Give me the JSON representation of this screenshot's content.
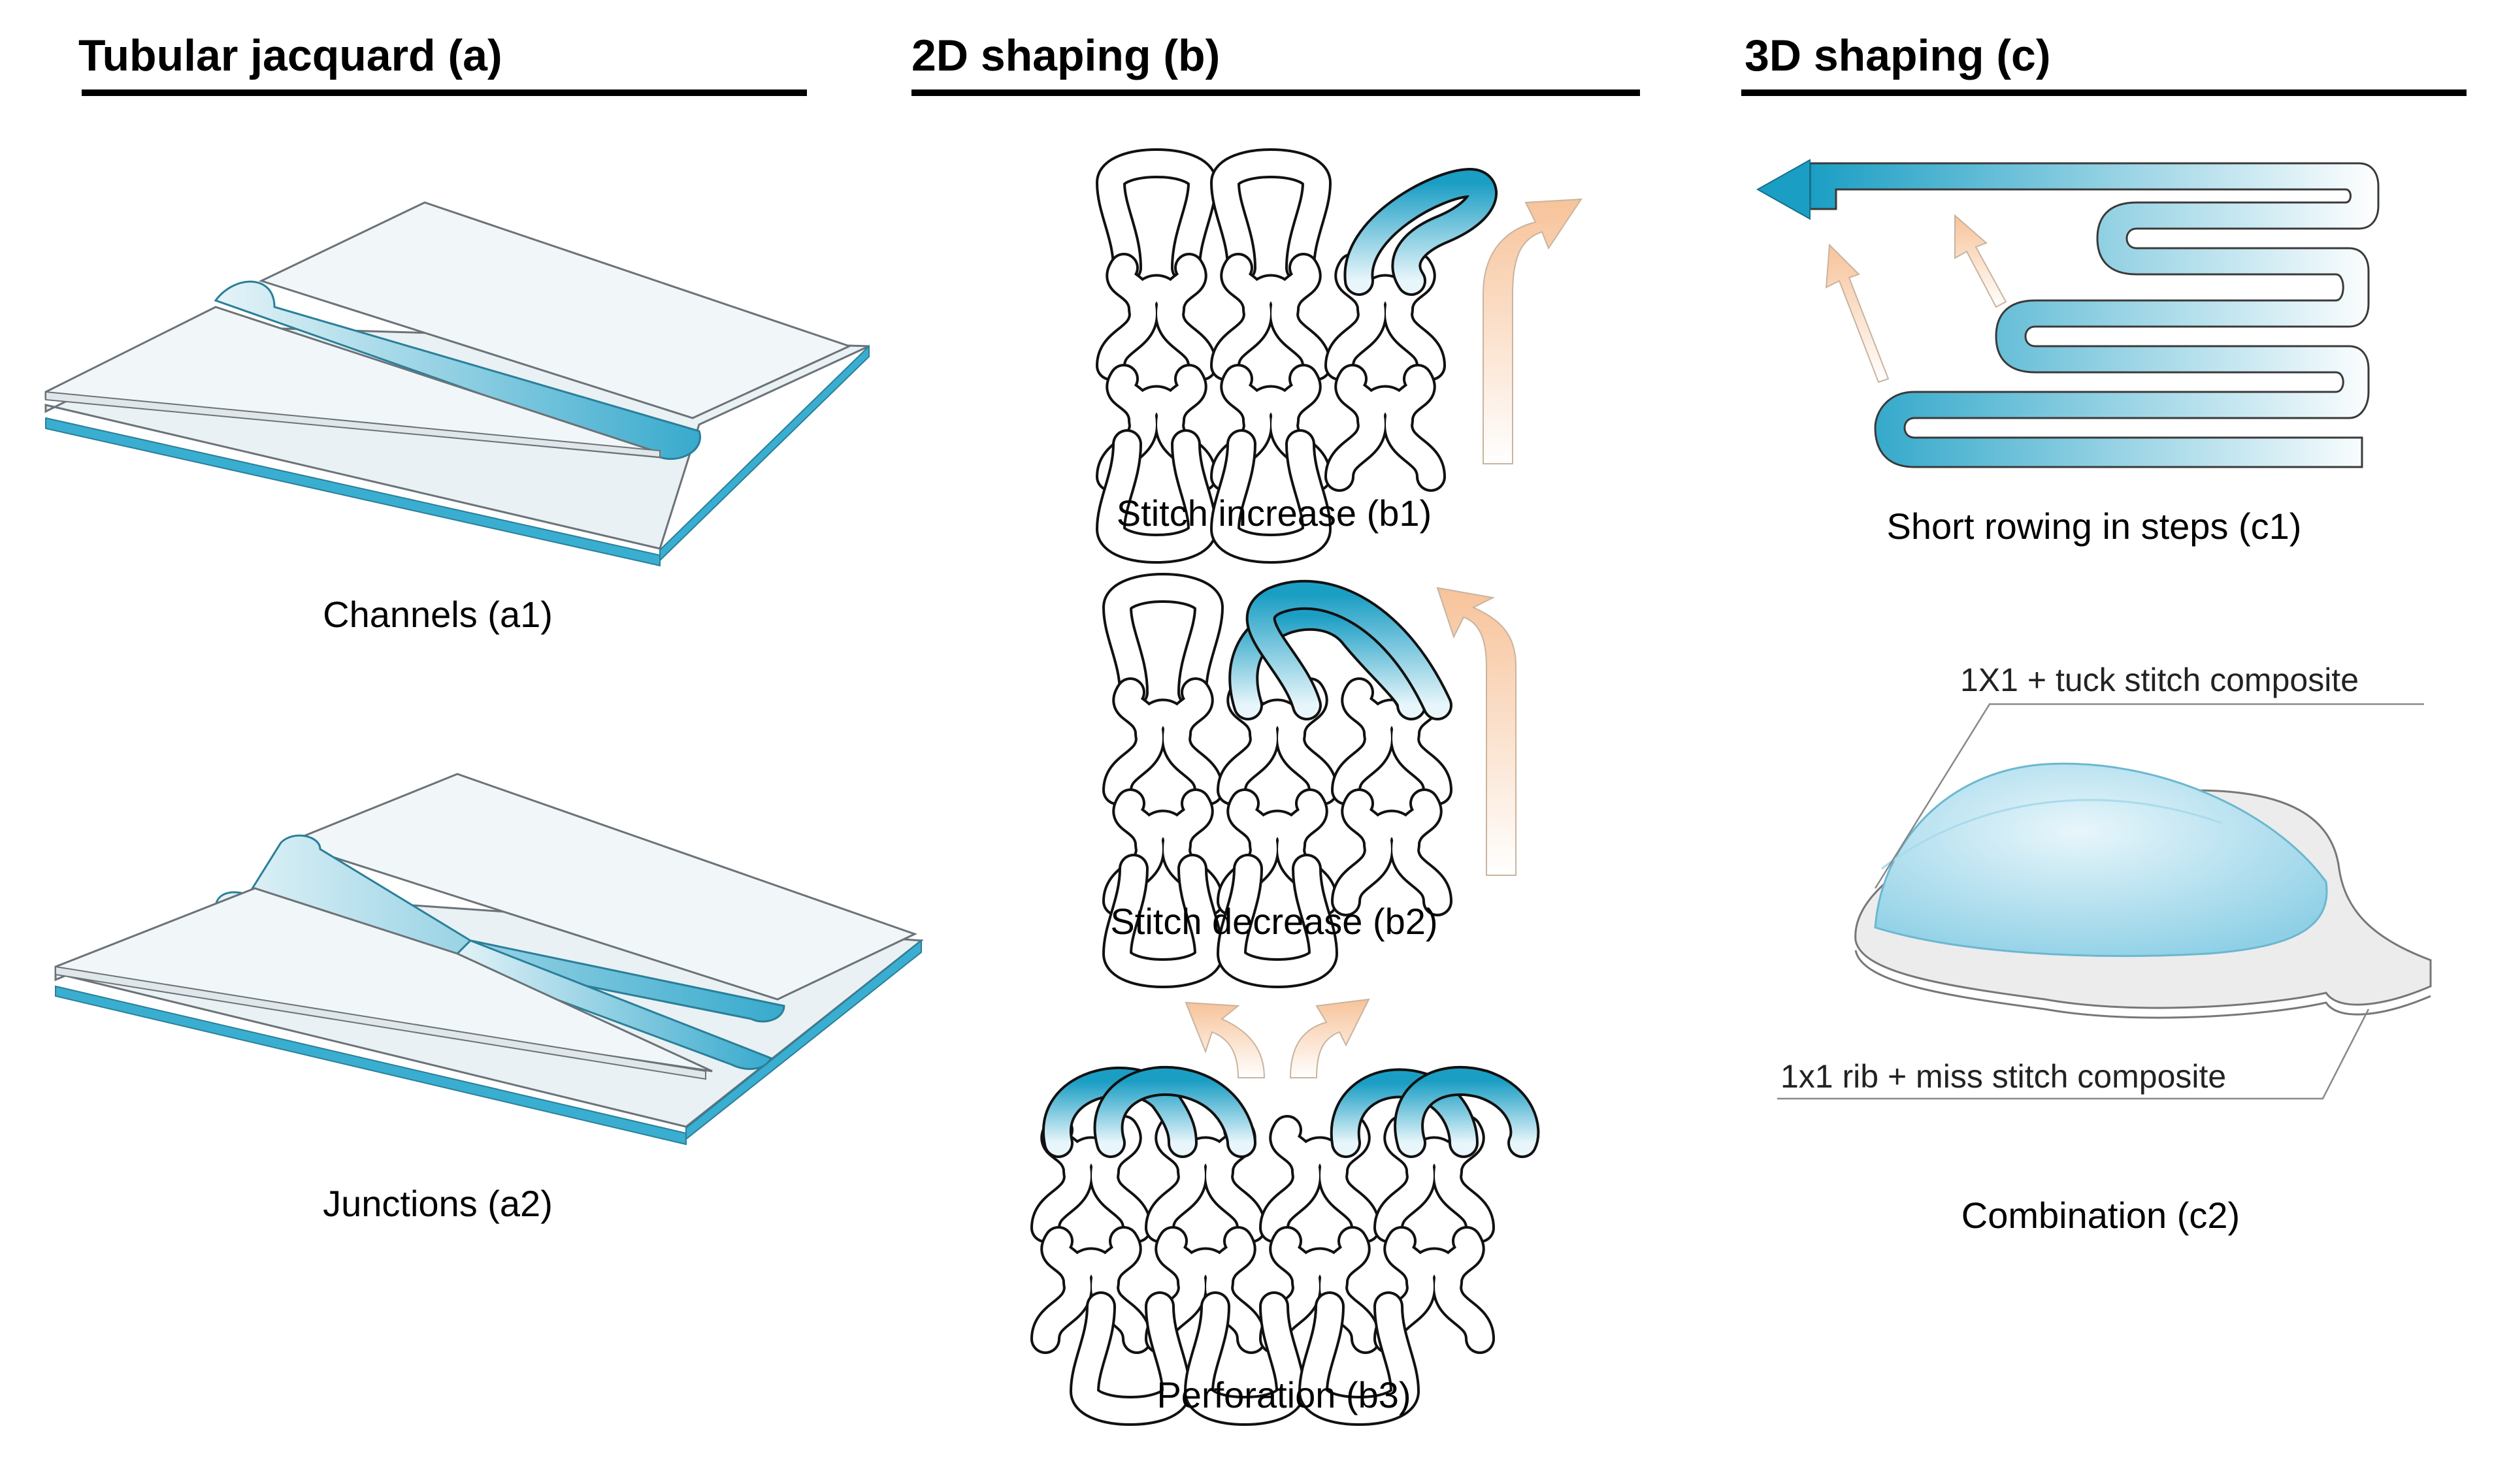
{
  "sections": [
    {
      "heading": "Tubular jacquard (a)"
    },
    {
      "heading": "2D shaping (b)"
    },
    {
      "heading": "3D shaping (c)"
    }
  ],
  "panels": {
    "a1": {
      "caption": "Channels (a1)"
    },
    "a2": {
      "caption": "Junctions (a2)"
    },
    "b1": {
      "caption": "Stitch increase (b1)"
    },
    "b2": {
      "caption": "Stitch decrease (b2)"
    },
    "b3": {
      "caption": "Perforation (b3)"
    },
    "c1": {
      "caption": "Short rowing in steps (c1)"
    },
    "c2": {
      "caption": "Combination (c2)",
      "label_top": "1X1 + tuck stitch composite",
      "label_bottom": "1x1 rib + miss stitch composite"
    }
  },
  "colors": {
    "accent_blue": "#1b9ec4",
    "peach": "#f7c9a0",
    "sheet": "#e9f1f4"
  }
}
